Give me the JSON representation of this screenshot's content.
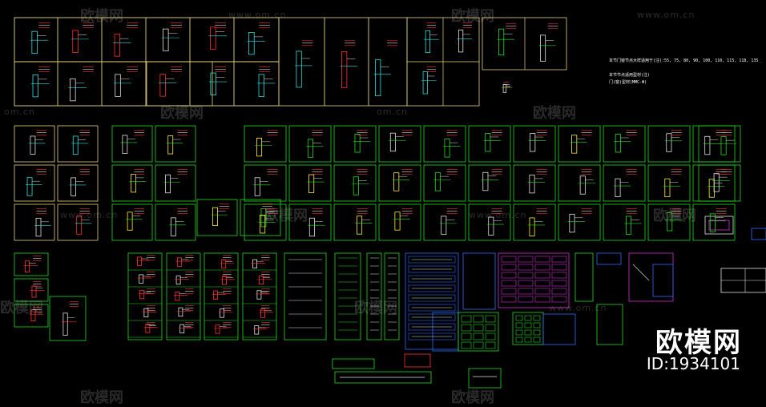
{
  "watermark": {
    "brand": "欧模网",
    "url": "www.om.cn",
    "url_short": "om.cn"
  },
  "notes": {
    "line1": "本节门窗节点大样适用于(注):55, 75, 80, 90, 100, 110, 115, 118, 135",
    "line2": "本节节点适用型材(注)",
    "line3": "门(窗)型材(MMC-Φ)"
  },
  "brand": {
    "title": "欧模网",
    "id": "ID:1934101"
  },
  "colors": {
    "background": "#000000",
    "frame_gold": "#e8d47a",
    "frame_green": "#22dd22",
    "frame_blue": "#2a6cff",
    "frame_magenta": "#d030d0",
    "frame_red": "#ff3030",
    "detail_cyan": "#33dddd",
    "detail_white": "#e0e0e0",
    "detail_red": "#ff3333",
    "detail_yellow": "#ffee33"
  }
}
